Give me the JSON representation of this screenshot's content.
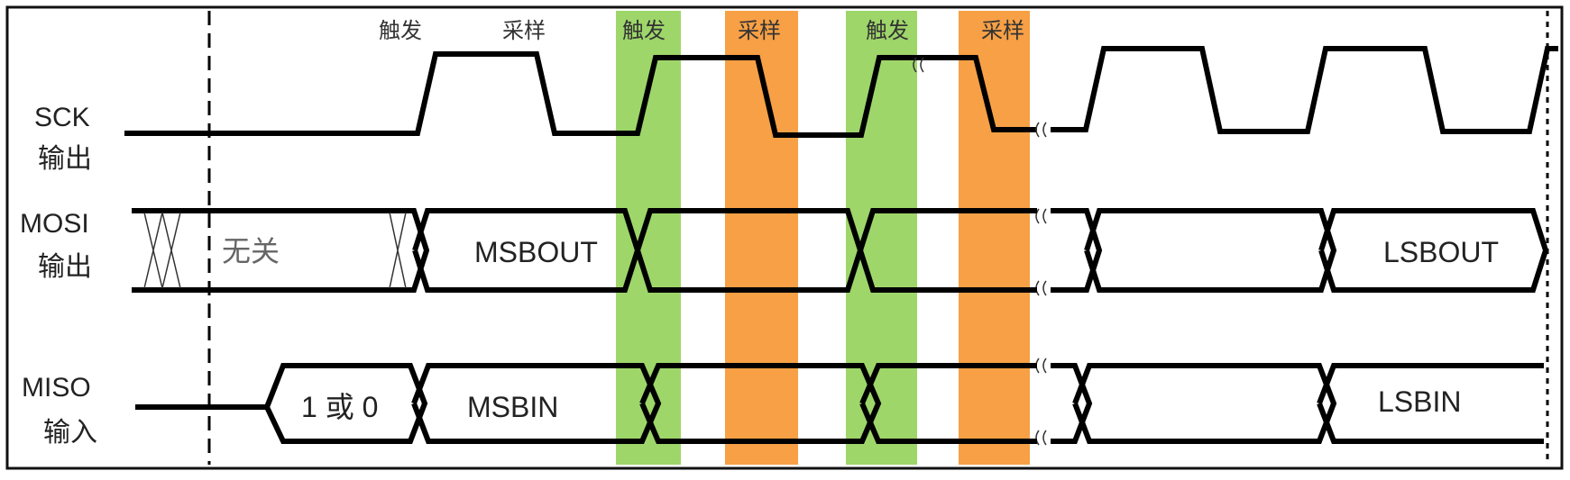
{
  "signals": [
    {
      "name": "SCK",
      "direction": "输出"
    },
    {
      "name": "MOSI",
      "direction": "输出"
    },
    {
      "name": "MISO",
      "direction": "输入"
    }
  ],
  "edge_labels": [
    "触发",
    "采样",
    "触发",
    "采样",
    "触发",
    "采样"
  ],
  "bands": [
    {
      "label": "触发",
      "color": "#9ed66a"
    },
    {
      "label": "采样",
      "color": "#f7a045"
    },
    {
      "label": "触发",
      "color": "#9ed66a"
    },
    {
      "label": "采样",
      "color": "#f7a045"
    }
  ],
  "mosi": {
    "dont_care": "无关",
    "msb": "MSBOUT",
    "lsb": "LSBOUT"
  },
  "miso": {
    "idle_value": "1 或 0",
    "msb": "MSBIN",
    "lsb": "LSBIN"
  },
  "colors": {
    "trigger": "#9ed66a",
    "sample": "#f7a045",
    "line": "#000000"
  }
}
